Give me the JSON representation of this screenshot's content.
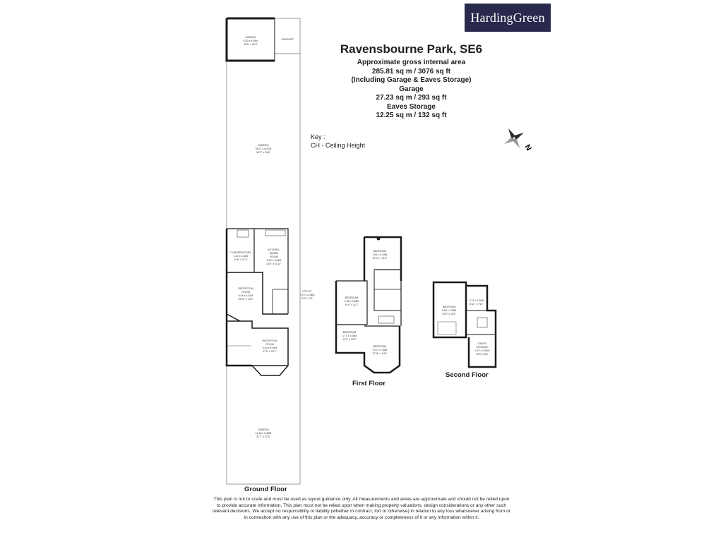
{
  "brand": {
    "logo_text": "HardingGreen"
  },
  "header": {
    "title": "Ravensbourne Park, SE6",
    "lines": [
      "Approximate gross internal area",
      "285.81 sq m /  3076 sq ft",
      "(Including Garage & Eaves Storage)",
      "Garage",
      "27.23 sq m / 293 sq ft",
      "Eaves Storage",
      "12.25 sq m / 132 sq ft"
    ]
  },
  "key": {
    "title": "Key :",
    "entry": "CH - Ceiling Height"
  },
  "compass": {
    "icon": "compass-rose-icon",
    "label": "N"
  },
  "floors": {
    "ground": "Ground Floor",
    "first": "First Floor",
    "second": "Second Floor"
  },
  "rooms": {
    "garage": [
      "GARAGE",
      "5.50 x 4.95M",
      "18'0\" x 16'3\""
    ],
    "carport": [
      "CARPORT"
    ],
    "garden_rear": [
      "GARDEN",
      "28.71 x 8.07M",
      "94'2\" x 26'6\""
    ],
    "conservatory": [
      "CONSERVATORY",
      "4.42 x 3.46M",
      "14'6\" x 11'4\""
    ],
    "kitchen": [
      "KITCHEN /",
      "DINING",
      "ROOM",
      "6.20 x 3.64M",
      "20'4\" x 11'11\""
    ],
    "reception1": [
      "RECEPTION",
      "ROOM",
      "6.04 x 4.32M",
      "19'10\" x 14'2\""
    ],
    "utility": [
      "UTILITY",
      "2.74 x 2.34M",
      "9'0\" x 7'8\""
    ],
    "reception2": [
      "RECEPTION",
      "ROOM",
      "5.40 x 5.06M",
      "17'9\" x 16'7\""
    ],
    "garden_front": [
      "GARDEN",
      "11.46 x 8.46M",
      "37'7\" x 27'9\""
    ],
    "bedroom_ff1": [
      "BEDROOM",
      "3.61 x 3.49M",
      "11'10\" x 11'5\""
    ],
    "bedroom_ff2": [
      "BEDROOM",
      "4.38 x 3.38M",
      "14'4\" x 11'1\""
    ],
    "bedroom_ff3": [
      "BEDROOM",
      "3.71 x 3.06M",
      "12'2\" x 10'0\""
    ],
    "bedroom_ff4": [
      "BEDROOM",
      "5.47 x 4.36M",
      "17'11\" x 14'4\""
    ],
    "bedroom_sf": [
      "BEDROOM",
      "5.86 x 3.49M",
      "19'3\" x 11'5\""
    ],
    "sf_room": [
      "2.72 x 2.38M",
      "8'11\" x 7'10\""
    ],
    "eaves": [
      "EAVES",
      "STORAGE",
      "4.57 x 2.54M",
      "15'0\" x 8'4\""
    ]
  },
  "disclaimer": "This plan is not to scale and must be used as layout guidance only. All measurements and areas are approximate and should not be relied upon to provide accurate information. This plan must not be relied upon when making property valuations, design considerations or any other such relevant decisions. We accept no responsibility or liability (whether in contract, tort or otherwise) in relation to any loss whatsoever arising from or in connection with any use of this plan or the adequacy, accuracy or completeness of it or any information within it."
}
